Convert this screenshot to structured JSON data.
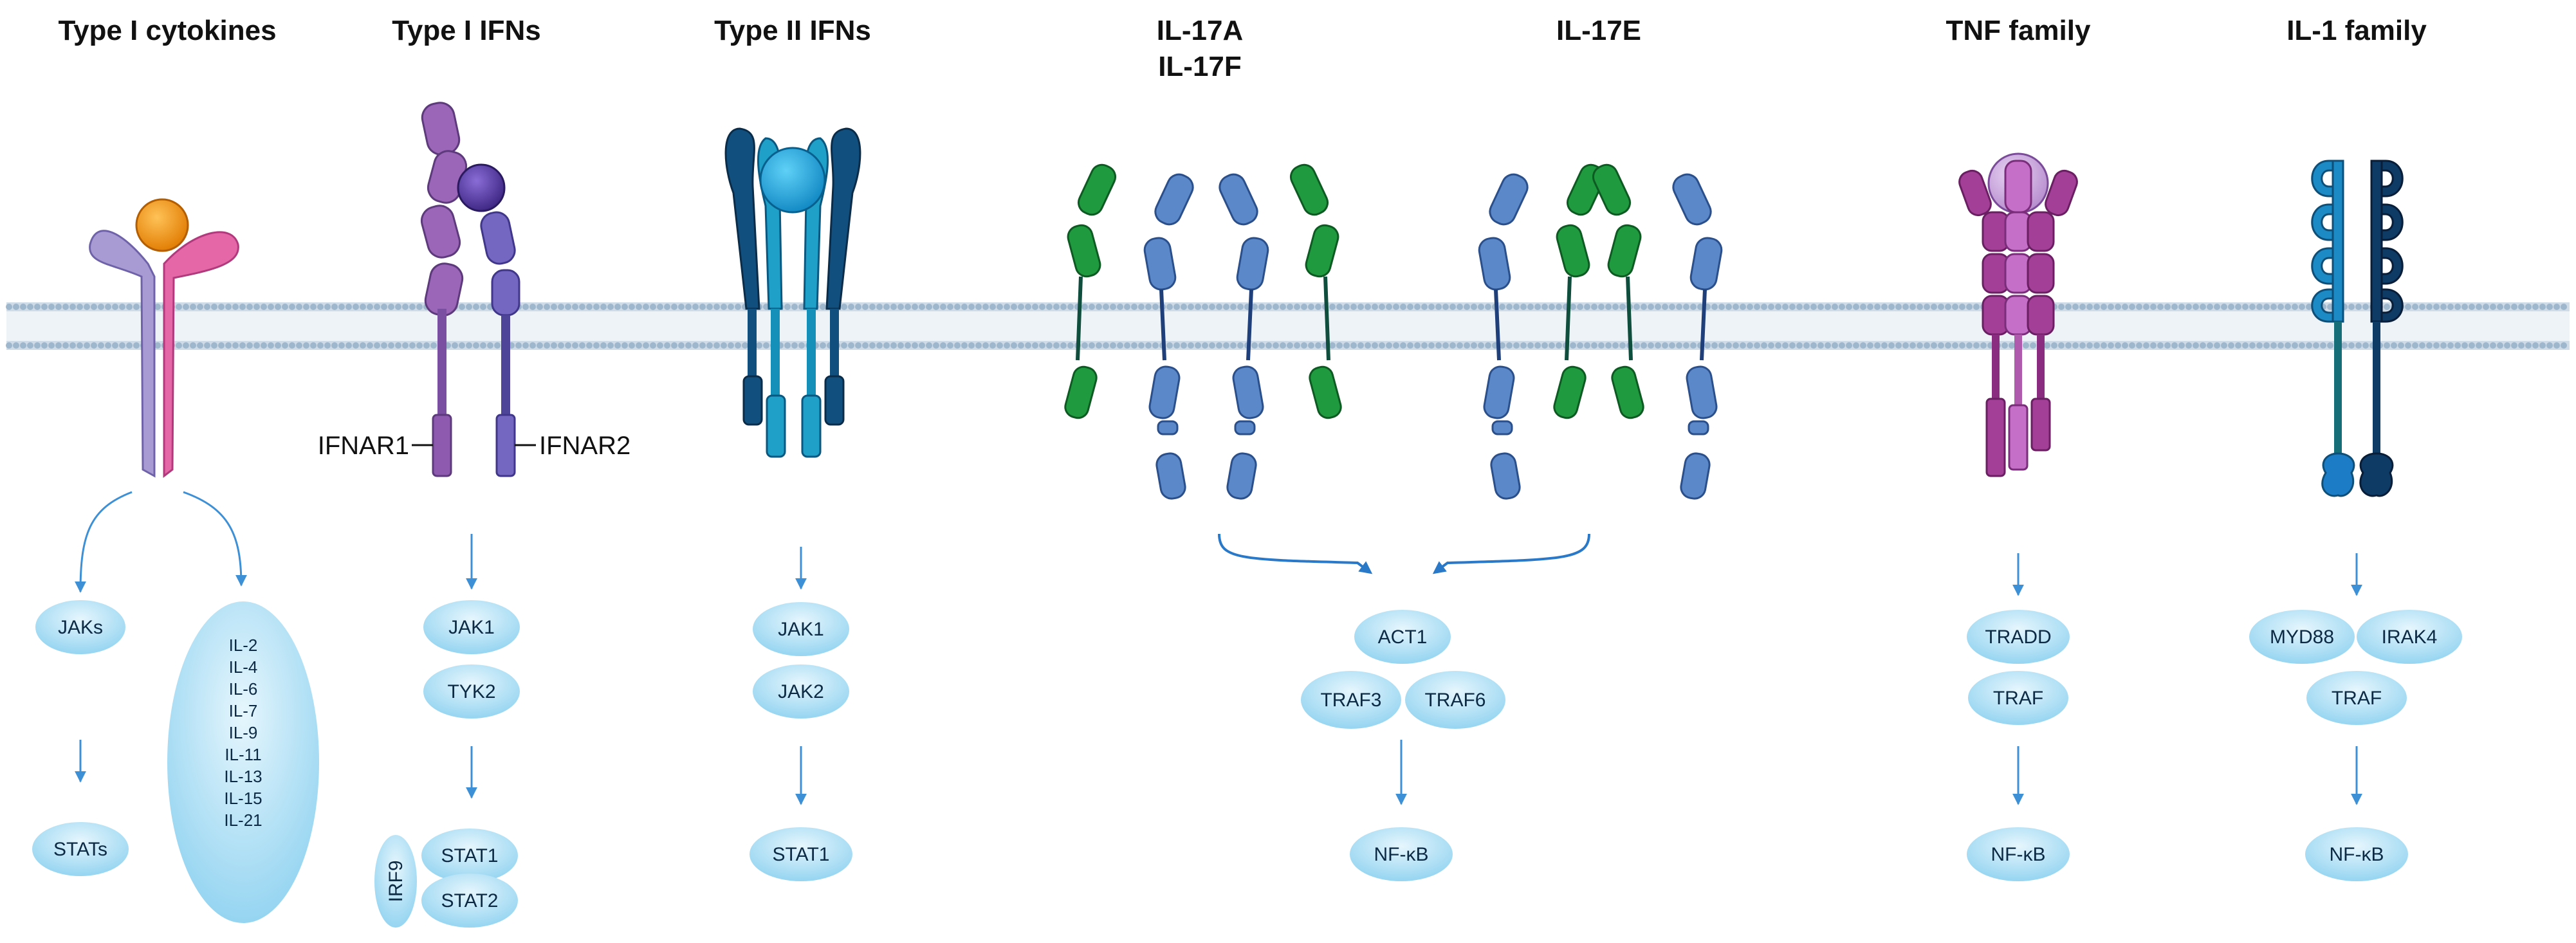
{
  "columns": [
    {
      "title": "Type I cytokines"
    },
    {
      "title": "Type I IFNs"
    },
    {
      "title": "Type II IFNs"
    },
    {
      "title_line1": "IL-17A",
      "title_line2": "IL-17F"
    },
    {
      "title": "IL-17E"
    },
    {
      "title": "TNF family"
    },
    {
      "title": "IL-1 family"
    }
  ],
  "receptor_labels": {
    "ifnar1": "IFNAR1",
    "ifnar2": "IFNAR2"
  },
  "nodes": {
    "type1_cytokines": {
      "jaks": "JAKs",
      "stats": "STATs",
      "interleukins": [
        "IL-2",
        "IL-4",
        "IL-6",
        "IL-7",
        "IL-9",
        "IL-11",
        "IL-13",
        "IL-15",
        "IL-21"
      ]
    },
    "type1_ifns": {
      "jak1": "JAK1",
      "tyk2": "TYK2",
      "irf9": "IRF9",
      "stat1": "STAT1",
      "stat2": "STAT2"
    },
    "type2_ifns": {
      "jak1": "JAK1",
      "jak2": "JAK2",
      "stat1": "STAT1"
    },
    "il17": {
      "act1": "ACT1",
      "traf3": "TRAF3",
      "traf6": "TRAF6",
      "nfkb": "NF-κB"
    },
    "tnf": {
      "tradd": "TRADD",
      "traf": "TRAF",
      "nfkb": "NF-κB"
    },
    "il1": {
      "myd88": "MYD88",
      "irak4": "IRAK4",
      "traf": "TRAF",
      "nfkb": "NF-κB"
    }
  },
  "colors": {
    "node_fill": "#bfe6f7",
    "arrow": "#3d8fd6",
    "membrane": "#b9cbdc",
    "il17_green": "#1f9a3f",
    "il17_blue": "#5b88c8",
    "ifn_purple": "#8e5ab0",
    "tnf_magenta": "#b04ea8",
    "il1_blue": "#1c6ea8"
  }
}
